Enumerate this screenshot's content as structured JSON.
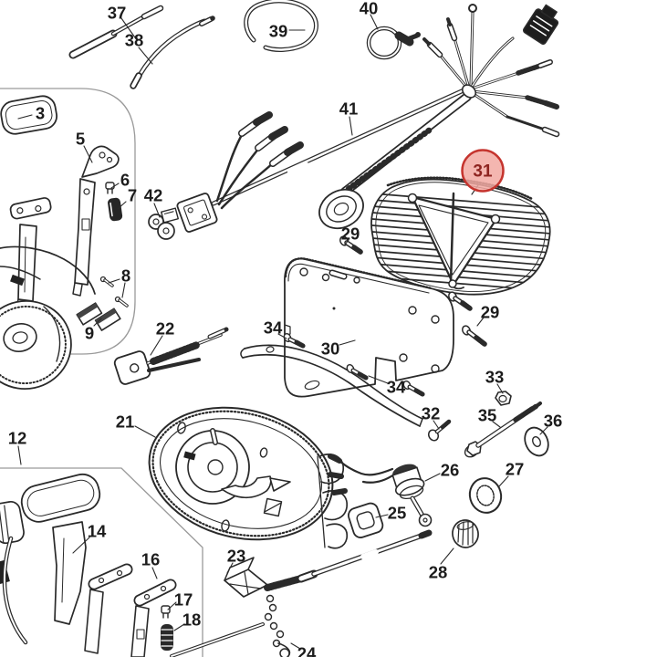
{
  "diagram": {
    "type": "exploded-parts-diagram",
    "background_color": "#ffffff",
    "line_color": "#2a2a2a",
    "label_color": "#1c1c1c",
    "inset_border_color": "#9a9a9a",
    "highlight": {
      "part_number": "31",
      "circle_stroke": "#c5342e",
      "circle_fill": "#f2a9a2",
      "number_color": "#8e2420"
    },
    "part_labels": {
      "p3": "3",
      "p5": "5",
      "p6": "6",
      "p7": "7",
      "p8": "8",
      "p9": "9",
      "p12": "12",
      "p14": "14",
      "p16": "16",
      "p17": "17",
      "p18": "18",
      "p21": "21",
      "p22": "22",
      "p23": "23",
      "p24": "24",
      "p25": "25",
      "p26": "26",
      "p27": "27",
      "p28": "28",
      "p29a": "29",
      "p29b": "29",
      "p30": "30",
      "p31": "31",
      "p32": "32",
      "p33": "33",
      "p34a": "34",
      "p34b": "34",
      "p35": "35",
      "p36": "36",
      "p37": "37",
      "p38": "38",
      "p39": "39",
      "p40": "40",
      "p41": "41",
      "p42": "42"
    }
  }
}
